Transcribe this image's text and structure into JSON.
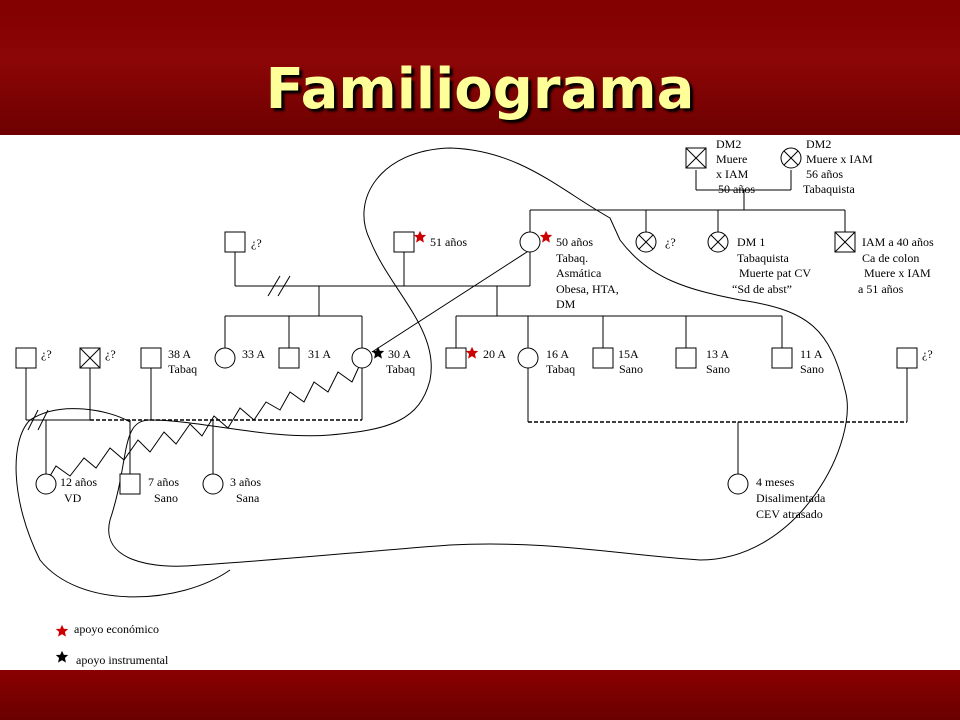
{
  "title": "Familiograma",
  "colors": {
    "header": "#820000",
    "title_text": "#ffff99",
    "economic_support": "#cc0000",
    "instrumental_support": "#000000"
  },
  "icons": {
    "economic_support": "red-star-icon",
    "instrumental_support": "black-star-icon"
  },
  "legend": {
    "economic": "apoyo económico",
    "instrumental": "apoyo instrumental"
  },
  "people": {
    "gf": [
      "DM2",
      "Muere",
      "x IAM",
      "50 años"
    ],
    "gm": [
      "DM2",
      "Muere x IAM",
      "56 años",
      "Tabaquista"
    ],
    "p1": "¿?",
    "p2": "51 años",
    "mother": [
      "50 años",
      "Tabaq.",
      "Asmática",
      "Obesa, HTA,",
      "DM"
    ],
    "s2": "¿?",
    "s3": [
      "DM 1",
      "Tabaquista",
      "Muerte pat CV",
      "“Sd de abst”"
    ],
    "s4": [
      "IAM a 40 años",
      "Ca de colon",
      "Muere x IAM",
      "a 51 años"
    ],
    "a1": "¿?",
    "a2": "¿?",
    "a3": [
      "38 A",
      "Tabaq"
    ],
    "a4": "33 A",
    "a5": "31 A",
    "a6": [
      "30 A",
      "Tabaq"
    ],
    "b1": "20 A",
    "b2": [
      "16 A",
      "Tabaq"
    ],
    "b3": [
      "15A",
      "Sano"
    ],
    "b4": [
      "13 A",
      "Sano"
    ],
    "b5": [
      "11 A",
      "Sano"
    ],
    "b6": "¿?",
    "c1": [
      "12 años",
      "VD"
    ],
    "c2": [
      "7 años",
      "Sano"
    ],
    "c3": [
      "3 años",
      "Sana"
    ],
    "c4": [
      "4 meses",
      "Disalimentada",
      "CEV atrasado"
    ]
  }
}
